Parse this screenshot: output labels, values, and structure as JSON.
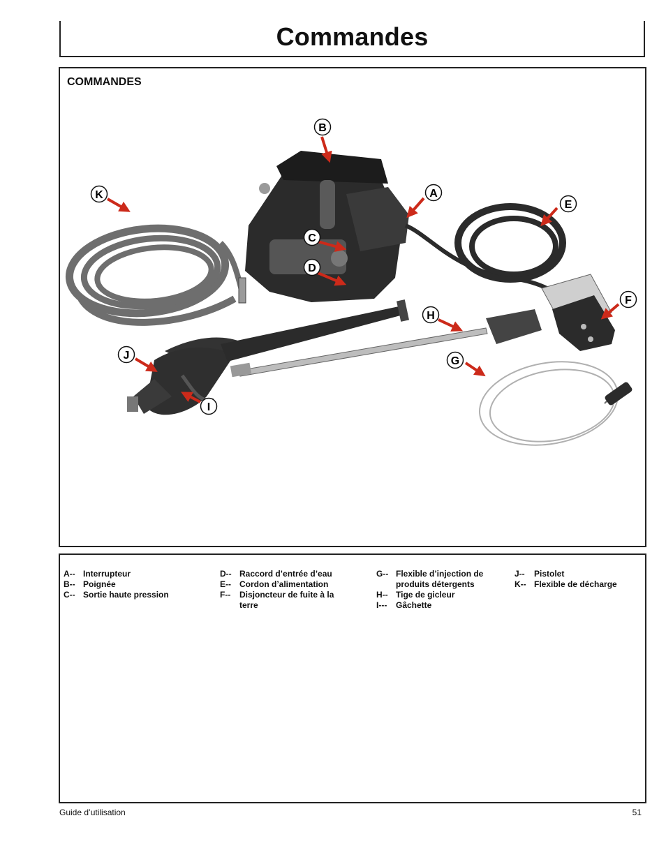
{
  "header": {
    "title": "Commandes"
  },
  "figure": {
    "heading": "COMMANDES",
    "callouts": [
      {
        "letter": "A"
      },
      {
        "letter": "B"
      },
      {
        "letter": "C"
      },
      {
        "letter": "D"
      },
      {
        "letter": "E"
      },
      {
        "letter": "F"
      },
      {
        "letter": "G"
      },
      {
        "letter": "H"
      },
      {
        "letter": "I"
      },
      {
        "letter": "J"
      },
      {
        "letter": "K"
      }
    ],
    "colors": {
      "arrow": "#cc2a1a",
      "machine": "#2b2b2b",
      "hose": "#6e6e6e"
    }
  },
  "legend": {
    "columns": [
      [
        {
          "key": "A--",
          "label": "Interrupteur"
        },
        {
          "key": "B--",
          "label": "Poignée"
        },
        {
          "key": "C--",
          "label": "Sortie haute pression"
        }
      ],
      [
        {
          "key": "D--",
          "label": "Raccord d’entrée d’eau"
        },
        {
          "key": "E--",
          "label": "Cordon d’alimentation"
        },
        {
          "key": "F--",
          "label": "Disjoncteur de fuite à la terre"
        }
      ],
      [
        {
          "key": "G--",
          "label": "Flexible d’injection de produits détergents"
        },
        {
          "key": "H--",
          "label": "Tige de gicleur"
        },
        {
          "key": "I---",
          "label": "Gâchette"
        }
      ],
      [
        {
          "key": "J--",
          "label": "Pistolet"
        },
        {
          "key": "K--",
          "label": "Flexible de décharge"
        }
      ]
    ]
  },
  "footer": {
    "left": "Guide d’utilisation",
    "page": "51"
  }
}
